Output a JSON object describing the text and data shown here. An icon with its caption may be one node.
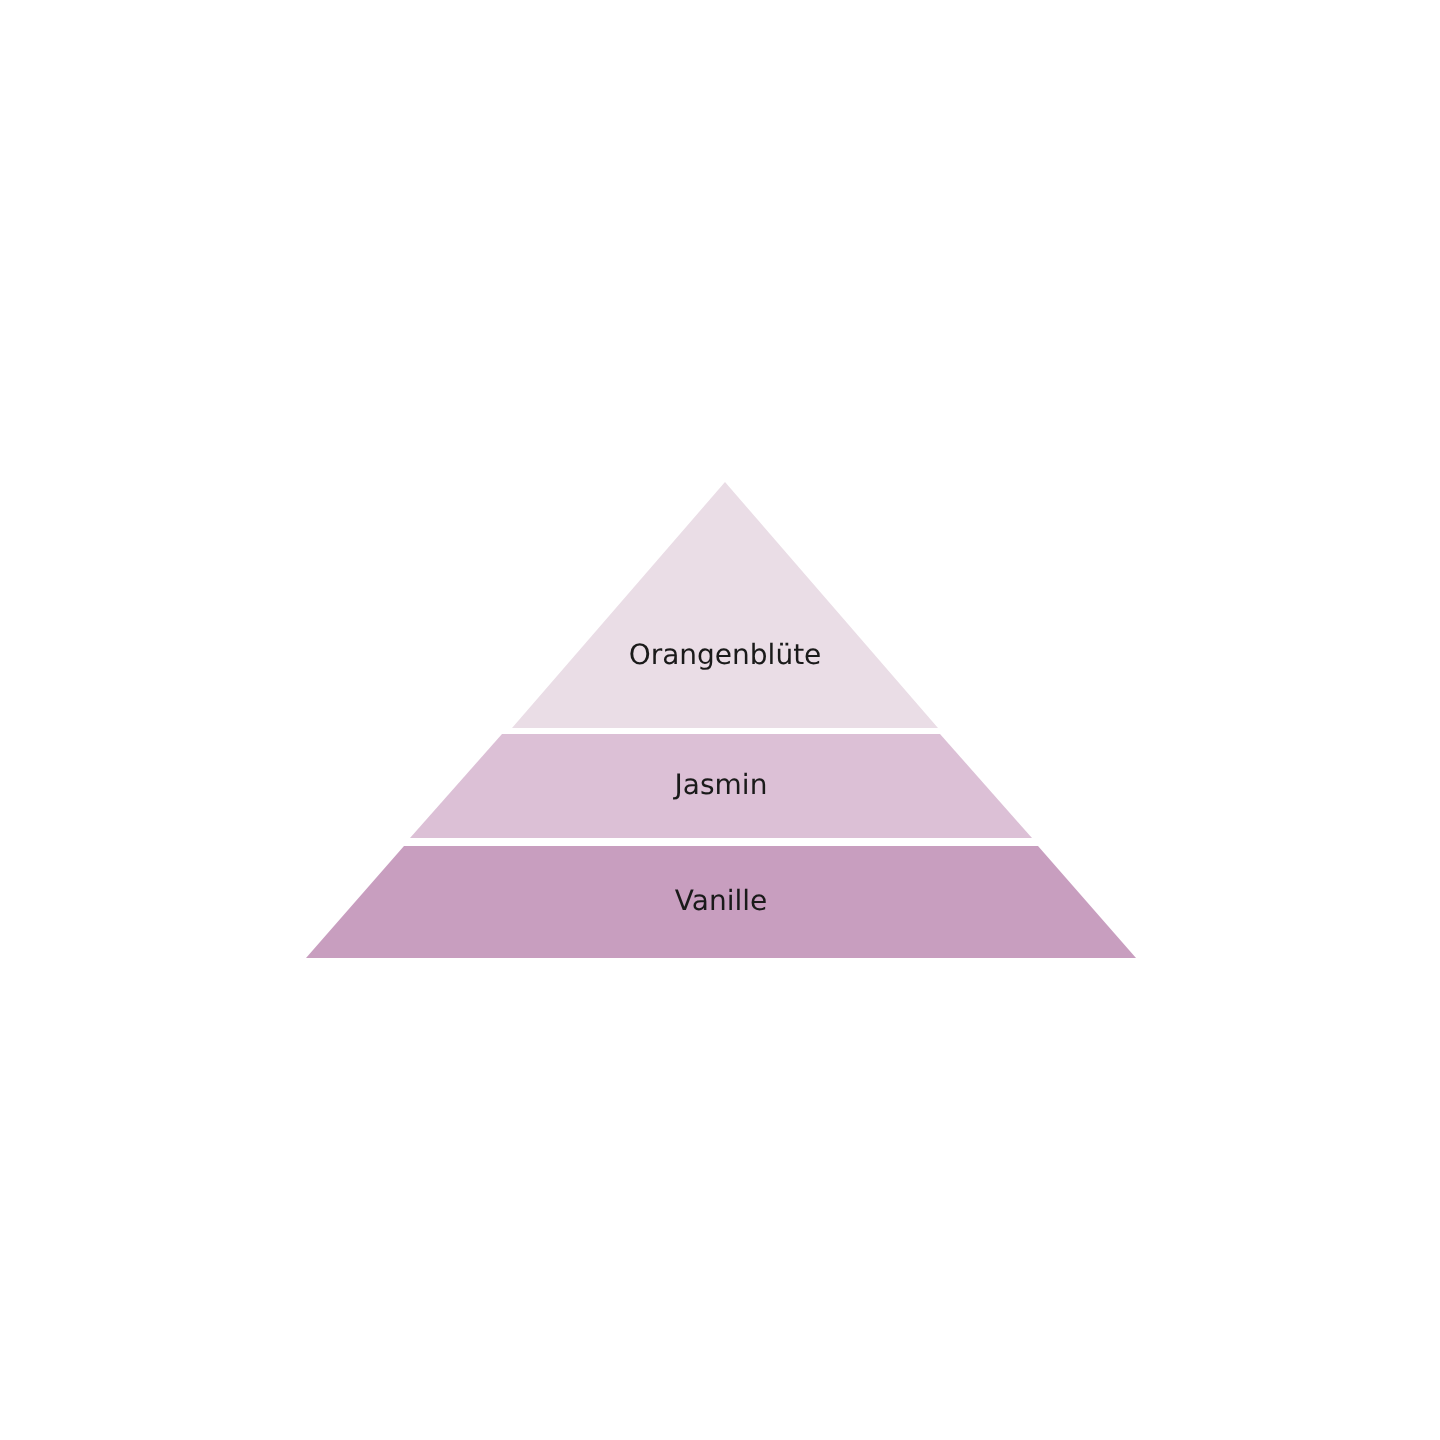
{
  "diagram": {
    "nodes": [
      {
        "text": [
          "Orangenblüte"
        ]
      },
      {
        "text": [
          "Jasmin"
        ]
      },
      {
        "text": [
          "Vanille"
        ]
      }
    ]
  }
}
